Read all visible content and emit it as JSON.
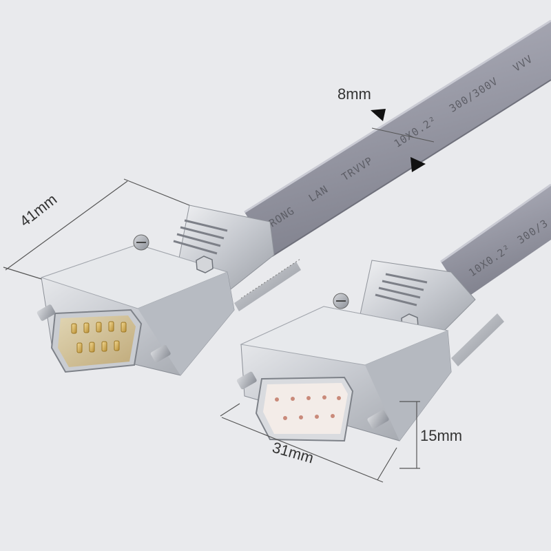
{
  "dimensions": {
    "cable_diameter": "8mm",
    "male_width": "41mm",
    "female_width": "31mm",
    "female_height": "15mm"
  },
  "cable_print": {
    "upper": [
      "RONG",
      "LAN",
      "TRVVP",
      "10X0.2²",
      "300/300V",
      "VVV"
    ],
    "lower": [
      "10X0.2²",
      "300/3"
    ]
  },
  "colors": {
    "background": "#e9eaed",
    "cable": "#9a9ba7",
    "metal": "#c9ccd1",
    "gold_pins": "#d7b25a"
  }
}
